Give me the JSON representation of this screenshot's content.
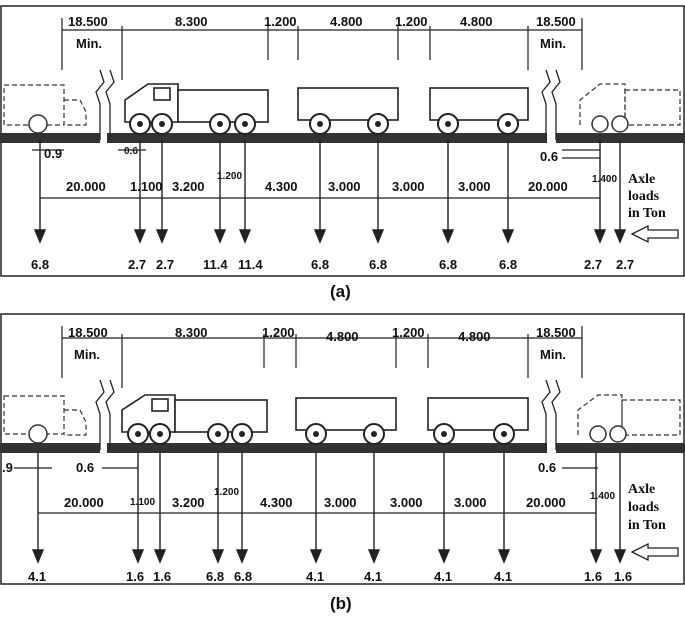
{
  "panels": [
    {
      "caption": "(a)",
      "top": {
        "spacings": [
          "18.500",
          "8.300",
          "1.200",
          "4.800",
          "1.200",
          "4.800",
          "18.500"
        ],
        "min_left": "Min.",
        "min_right": "Min."
      },
      "gap_left": "0.9",
      "gap_mid": "0.6",
      "gap_right": "0.6",
      "axle_spacings": [
        "20.000",
        "1.100",
        "3.200",
        "1.200",
        "4.300",
        "3.000",
        "3.000",
        "3.000",
        "20.000",
        "1.400"
      ],
      "loads": [
        "6.8",
        "2.7",
        "2.7",
        "11.4",
        "11.4",
        "6.8",
        "6.8",
        "6.8",
        "6.8",
        "2.7",
        "2.7"
      ],
      "note": [
        "Axle",
        "loads",
        "in Ton"
      ]
    },
    {
      "caption": "(b)",
      "top": {
        "spacings": [
          "18.500",
          "8.300",
          "1.200",
          "4.800",
          "1.200",
          "4.800",
          "18.500"
        ],
        "min_left": "Min.",
        "min_right": "Min."
      },
      "gap_left": ".9",
      "gap_mid": "0.6",
      "gap_right": "0.6",
      "axle_spacings": [
        "20.000",
        "1.100",
        "3.200",
        "1.200",
        "4.300",
        "3.000",
        "3.000",
        "3.000",
        "20.000",
        "1.400"
      ],
      "loads": [
        "4.1",
        "1.6",
        "1.6",
        "6.8",
        "6.8",
        "4.1",
        "4.1",
        "4.1",
        "4.1",
        "1.6",
        "1.6"
      ],
      "note": [
        "Axle",
        "loads",
        "in Ton"
      ]
    }
  ]
}
